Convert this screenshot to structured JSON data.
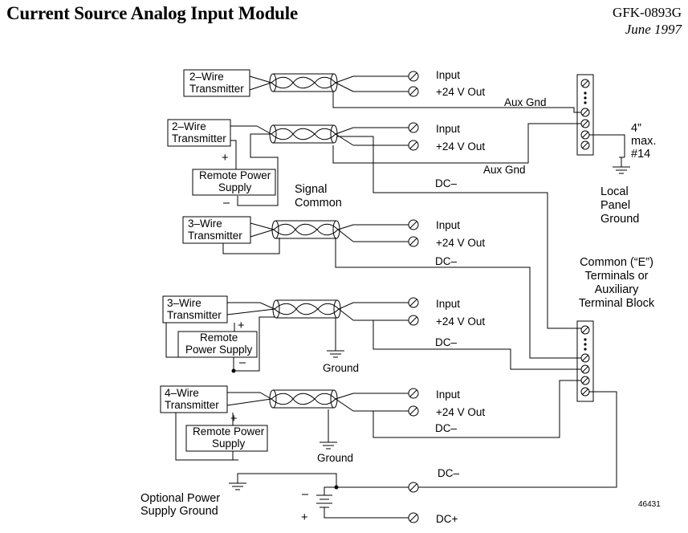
{
  "header": {
    "title": "Current Source Analog Input Module",
    "doc_id": "GFK-0893G",
    "date": "June 1997"
  },
  "devices": {
    "tx1": [
      "2–Wire",
      "Transmitter"
    ],
    "tx2": [
      "2–Wire",
      "Transmitter"
    ],
    "tx3": [
      "3–Wire",
      "Transmitter"
    ],
    "tx4": [
      "3–Wire",
      "Transmitter"
    ],
    "tx5": [
      "4–Wire",
      "Transmitter"
    ],
    "ps2": [
      "Remote Power",
      "Supply"
    ],
    "ps4": [
      "Remote",
      "Power Supply"
    ],
    "ps5": [
      "Remote Power",
      "Supply"
    ]
  },
  "terminals": {
    "input": "Input",
    "plus24": "+24 V Out",
    "dc_minus": "DC–",
    "dc_plus": "DC+",
    "aux_gnd": "Aux Gnd"
  },
  "labels": {
    "signal_common": [
      "Signal",
      "Common"
    ],
    "local_panel_ground": [
      "Local",
      "Panel",
      "Ground"
    ],
    "wire_spec": [
      "4”",
      "max.",
      "#14"
    ],
    "common_terminals": [
      "Common  (“E”)",
      "Terminals or",
      "Auxiliary",
      "Terminal Block"
    ],
    "ground": "Ground",
    "optional_ground": [
      "Optional Power",
      "Supply Ground"
    ],
    "plus": "+",
    "minus": "–",
    "figure_number": "46431"
  }
}
